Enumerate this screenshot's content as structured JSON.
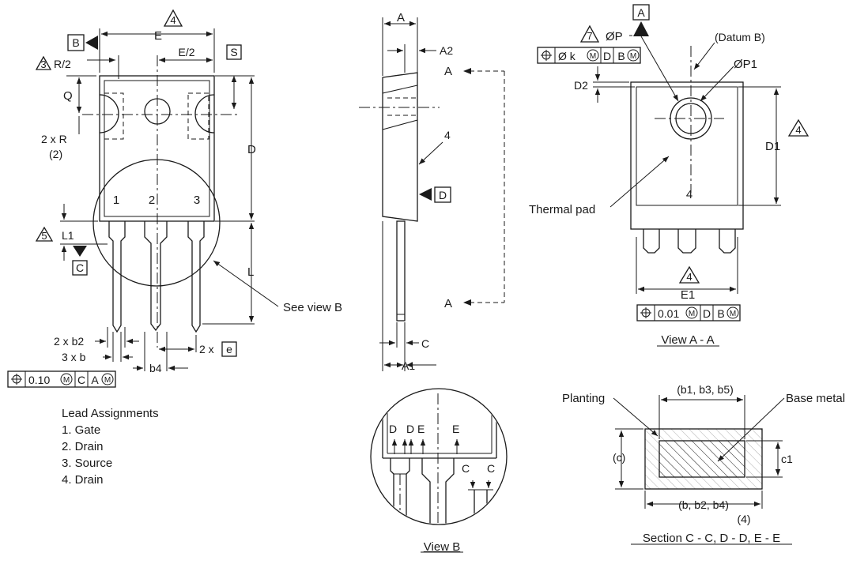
{
  "front_view": {
    "dim_e": "E",
    "dim_e_half": "E/2",
    "dim_r_half": "R/2",
    "dim_q": "Q",
    "dim_2xr": "2 x R",
    "dim_2xr_note": "(2)",
    "dim_d": "D",
    "dim_l1": "L1",
    "dim_l": "L",
    "dim_2xb2": "2 x b2",
    "dim_3xb": "3 x b",
    "dim_b4": "b4",
    "dim_2xe_prefix": "2 x",
    "dim_e_box": "e",
    "note_4": "4",
    "note_3": "3",
    "note_5": "5",
    "datum_b": "B",
    "datum_s": "S",
    "datum_c": "C",
    "pin_1": "1",
    "pin_2": "2",
    "pin_3": "3",
    "see_view_b": "See view B",
    "fcf_value": "0.10",
    "fcf_ref_1": "C",
    "fcf_ref_2": "A"
  },
  "side_view": {
    "dim_a": "A",
    "dim_a2": "A2",
    "dim_a1": "A1",
    "dim_c": "C",
    "label_4": "4",
    "datum_d": "D",
    "section_a_top": "A",
    "section_a_bottom": "A"
  },
  "view_aa": {
    "datum_a": "A",
    "note_7": "7",
    "dim_op": "ØP",
    "datum_b_label": "(Datum B)",
    "dim_op1": "ØP1",
    "fcf_top_value": "Ø k",
    "fcf_top_ref_1": "D",
    "fcf_top_ref_2": "B",
    "dim_d2": "D2",
    "dim_d1": "D1",
    "note_4a": "4",
    "note_4b": "4",
    "label_4": "4",
    "thermal_pad": "Thermal pad",
    "dim_e1": "E1",
    "fcf_bottom_value": "0.01",
    "fcf_bottom_ref_1": "D",
    "fcf_bottom_ref_2": "B",
    "title": "View A - A"
  },
  "lead_assignments": {
    "title": "Lead Assignments",
    "items": [
      "1. Gate",
      "2. Drain",
      "3. Source",
      "4. Drain"
    ]
  },
  "view_b": {
    "label_d1": "D",
    "label_d2": "D",
    "label_e1": "E",
    "label_e2": "E",
    "label_c1": "C",
    "label_c2": "C",
    "title": "View B"
  },
  "section_view": {
    "planting": "Planting",
    "b1_b3_b5": "(b1, b3, b5)",
    "base_metal": "Base metal",
    "dim_c_paren": "(c)",
    "dim_c1": "c1",
    "b_b2_b4": "(b, b2, b4)",
    "note_4": "(4)",
    "title": "Section C - C, D - D, E - E"
  },
  "symbols": {
    "position": "⌖",
    "mmc": "M"
  }
}
